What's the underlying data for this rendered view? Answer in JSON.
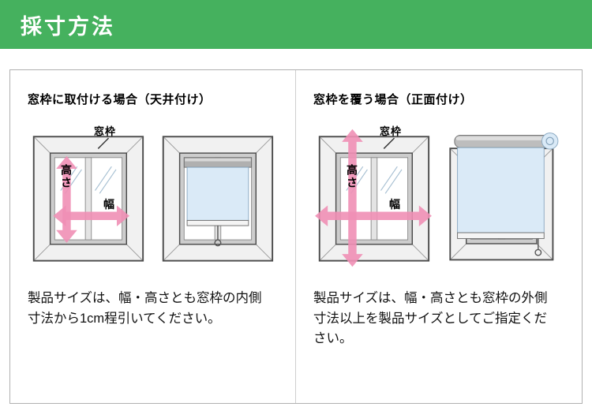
{
  "header": {
    "title": "採寸方法"
  },
  "sections": {
    "inside": {
      "heading": "窓枠に取付ける場合（天井付け）",
      "description": "製品サイズは、幅・高さとも窓枠の内側寸法から1cm程引いてください。",
      "labels": {
        "frame": "窓枠",
        "height": "高さ",
        "width": "幅"
      }
    },
    "front": {
      "heading": "窓枠を覆う場合（正面付け）",
      "description": "製品サイズは、幅・高さとも窓枠の外側寸法以上を製品サイズとしてご指定ください。",
      "labels": {
        "frame": "窓枠",
        "height": "高さ",
        "width": "幅"
      }
    }
  },
  "colors": {
    "header_green": "#45b15e",
    "arrow_pink": "#ef8fb5",
    "shade_blue": "#daeaf7"
  }
}
